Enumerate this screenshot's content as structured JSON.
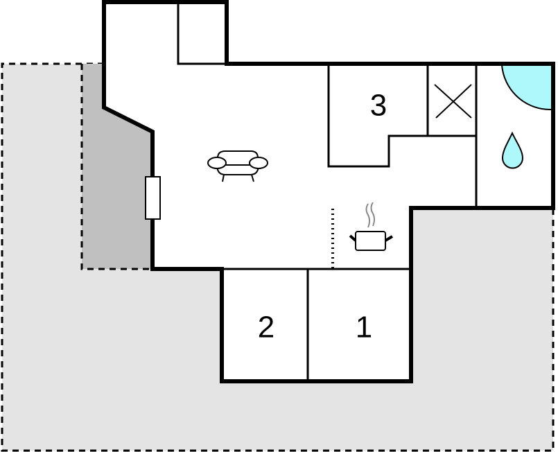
{
  "diagram": {
    "type": "floor-plan",
    "colors": {
      "terrace": "#e4e4e4",
      "covered_terrace": "#c0c0c0",
      "interior": "#ffffff",
      "wall": "#000000",
      "water": "#aef8fc"
    },
    "rooms": [
      {
        "id": "bedroom-1",
        "label": "1"
      },
      {
        "id": "bedroom-2",
        "label": "2"
      },
      {
        "id": "bedroom-3",
        "label": "3"
      }
    ],
    "icons": [
      {
        "name": "sofa-icon",
        "meaning": "living room"
      },
      {
        "name": "cooking-pot-icon",
        "meaning": "kitchen"
      },
      {
        "name": "water-drop-icon",
        "meaning": "bathroom"
      },
      {
        "name": "shower-icon",
        "meaning": "shower"
      },
      {
        "name": "x-cross-icon",
        "meaning": "closet / void"
      },
      {
        "name": "window-icon",
        "meaning": "window"
      }
    ]
  }
}
